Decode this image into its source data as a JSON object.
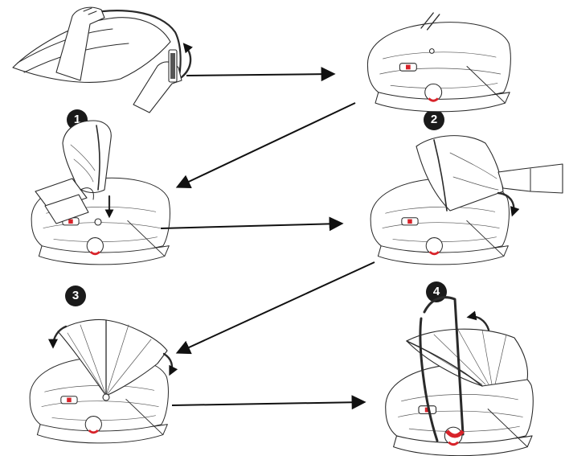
{
  "steps": [
    {
      "number": "1"
    },
    {
      "number": "2"
    },
    {
      "number": "3"
    },
    {
      "number": "4"
    }
  ],
  "colors": {
    "line_art": "#2a2a2a",
    "accent_red": "#d8232a",
    "badge_fill": "#1a1a1a",
    "arrow": "#111111"
  }
}
